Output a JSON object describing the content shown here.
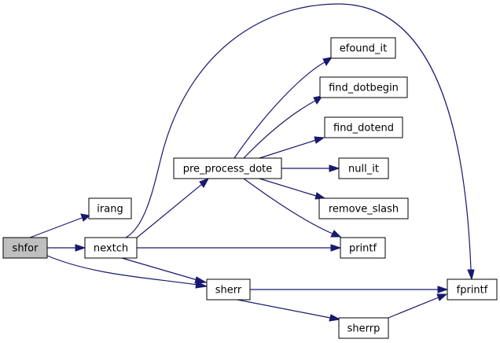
{
  "colors": {
    "edge": "#191970",
    "root_fill": "#bfbfbf",
    "node_fill": "#ffffff",
    "node_border": "#000000"
  },
  "diagram": {
    "type": "call-graph",
    "root": "shfor",
    "nodes": [
      {
        "id": "shfor",
        "label": "shfor"
      },
      {
        "id": "irang",
        "label": "irang"
      },
      {
        "id": "nextch",
        "label": "nextch"
      },
      {
        "id": "pre_process_dote",
        "label": "pre_process_dote"
      },
      {
        "id": "efound_it",
        "label": "efound_it"
      },
      {
        "id": "find_dotbegin",
        "label": "find_dotbegin"
      },
      {
        "id": "find_dotend",
        "label": "find_dotend"
      },
      {
        "id": "null_it",
        "label": "null_it"
      },
      {
        "id": "remove_slash",
        "label": "remove_slash"
      },
      {
        "id": "printf",
        "label": "printf"
      },
      {
        "id": "sherr",
        "label": "sherr"
      },
      {
        "id": "sherrp",
        "label": "sherrp"
      },
      {
        "id": "fprintf",
        "label": "fprintf"
      }
    ],
    "edges": [
      {
        "from": "shfor",
        "to": "irang"
      },
      {
        "from": "shfor",
        "to": "nextch"
      },
      {
        "from": "shfor",
        "to": "sherr"
      },
      {
        "from": "nextch",
        "to": "pre_process_dote"
      },
      {
        "from": "nextch",
        "to": "fprintf"
      },
      {
        "from": "nextch",
        "to": "printf"
      },
      {
        "from": "nextch",
        "to": "sherr"
      },
      {
        "from": "pre_process_dote",
        "to": "efound_it"
      },
      {
        "from": "pre_process_dote",
        "to": "find_dotbegin"
      },
      {
        "from": "pre_process_dote",
        "to": "find_dotend"
      },
      {
        "from": "pre_process_dote",
        "to": "null_it"
      },
      {
        "from": "pre_process_dote",
        "to": "remove_slash"
      },
      {
        "from": "pre_process_dote",
        "to": "printf"
      },
      {
        "from": "sherr",
        "to": "fprintf"
      },
      {
        "from": "sherr",
        "to": "sherrp"
      },
      {
        "from": "sherrp",
        "to": "fprintf"
      }
    ]
  }
}
